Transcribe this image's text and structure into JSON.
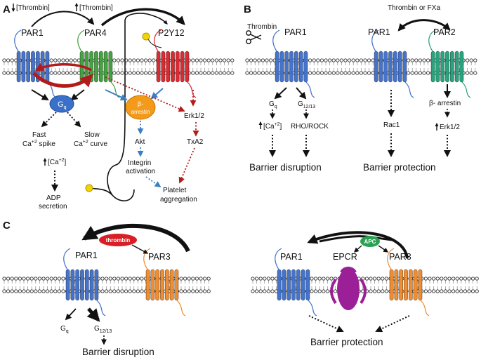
{
  "colors": {
    "par1": "#3f6fc9",
    "par4": "#3fa03a",
    "p2y12": "#d9242b",
    "par2": "#23a07a",
    "par3": "#ef8a2a",
    "epcr": "#9b1f96",
    "gq": "#3a70c9",
    "arrestin": "#f39a1a",
    "apc": "#2aa152",
    "thrombin_oval": "#d91f26",
    "blue_path": "#3c7fc0",
    "red_path": "#b31b1b",
    "ligand": "#f2d400"
  },
  "panelA": {
    "letter": "A",
    "thrombin_low": "[Thrombin]",
    "thrombin_high": "[Thrombin]",
    "par1": "PAR1",
    "par4": "PAR4",
    "p2y12": "P2Y12",
    "gq": "G",
    "gq_sub": "q",
    "arrestin_top": "β-",
    "arrestin_bottom": "arrestin",
    "fast_line1": "Fast",
    "fast_line2": "Ca",
    "fast_sup": "+2",
    "fast_tail": " spike",
    "slow_line1": "Slow",
    "slow_line2": "Ca",
    "slow_sup": "+2",
    "slow_tail": " curve",
    "ca_label": "[Ca",
    "ca_sup": "+2",
    "ca_close": "]",
    "adp_line1": "ADP",
    "adp_line2": "secretion",
    "akt": "Akt",
    "integrin_line1": "Integrin",
    "integrin_line2": "activation",
    "platelet_line1": "Platelet",
    "platelet_line2": "aggregation",
    "erk": "Erk1/2",
    "txa2": "TxA2"
  },
  "panelB": {
    "letter": "B",
    "thrombin": "Thrombin",
    "par1_left": "PAR1",
    "top_label": "Thrombin or FXa",
    "par1_right": "PAR1",
    "par2": "PAR2",
    "gq": "G",
    "gq_sub": "q",
    "g1213": "G",
    "g1213_sub": "12/13",
    "ca_label": "[Ca",
    "ca_sup": "+2",
    "ca_close": "]",
    "rho": "RHO/ROCK",
    "barrier_disruption": "Barrier disruption",
    "rac1": "Rac1",
    "barrestin": "β- arrestin",
    "erk": "Erk1/2",
    "barrier_protection": "Barrier protection"
  },
  "panelC": {
    "letter": "C",
    "thrombin": "thrombin",
    "par1_left": "PAR1",
    "par3_left": "PAR3",
    "gq": "G",
    "gq_sub": "q",
    "g1213": "G",
    "g1213_sub": "12/13",
    "barrier_disruption": "Barrier disruption",
    "apc": "APC",
    "par1_right": "PAR1",
    "epcr": "EPCR",
    "par3_right": "PAR3",
    "barrier_protection": "Barrier protection"
  }
}
